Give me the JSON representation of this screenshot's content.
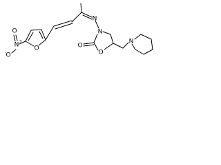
{
  "structure": {
    "atoms": {
      "nitro_n": "N",
      "nitro_n_charge": "+",
      "nitro_o_minus": "O",
      "nitro_o_minus_charge": "-",
      "nitro_o": "O",
      "furan_o": "O",
      "imine_n": "N",
      "ring_n": "N",
      "ring_o": "O",
      "carbonyl_o": "O",
      "piperidine_n": "N"
    }
  }
}
